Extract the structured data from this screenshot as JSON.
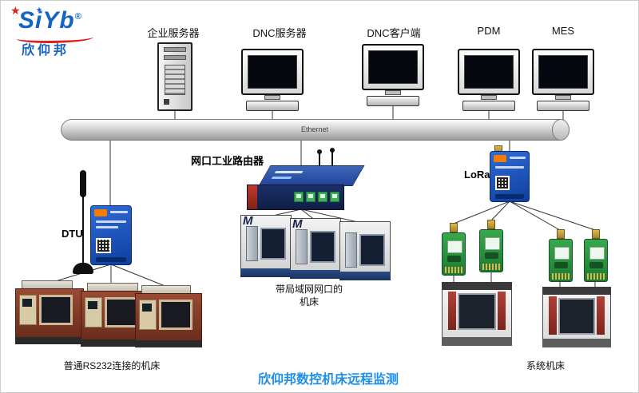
{
  "logo": {
    "brand": "SiYb",
    "registered": "®",
    "subtitle": "欣仰邦"
  },
  "top_devices": [
    {
      "label": "企业服务器",
      "type": "server-tower"
    },
    {
      "label": "DNC服务器",
      "type": "computer"
    },
    {
      "label": "DNC客户端",
      "type": "computer"
    },
    {
      "label": "PDM",
      "type": "computer"
    },
    {
      "label": "MES",
      "type": "computer"
    }
  ],
  "bus": {
    "label": "Ethernet"
  },
  "left_branch": {
    "device_label": "DTU",
    "machines_label": "普通RS232连接的机床",
    "machine_count": 3
  },
  "middle_branch": {
    "device_label": "网口工业路由器",
    "machines_label_line1": "带局域网网口的",
    "machines_label_line2": "机床",
    "machine_mark": "M",
    "machine_count": 3
  },
  "right_branch": {
    "device_label": "LoRa",
    "machines_label": "系统机床",
    "module_count": 4,
    "machine_count": 2
  },
  "footer": {
    "title": "欣仰邦数控机床远程监测"
  },
  "colors": {
    "title_blue": "#1e8fe8",
    "logo_blue": "#1463c6",
    "logo_red": "#e02020",
    "device_blue": "#0f3f9d",
    "module_green": "#2f9e44",
    "router_navy": "#1c3067"
  }
}
